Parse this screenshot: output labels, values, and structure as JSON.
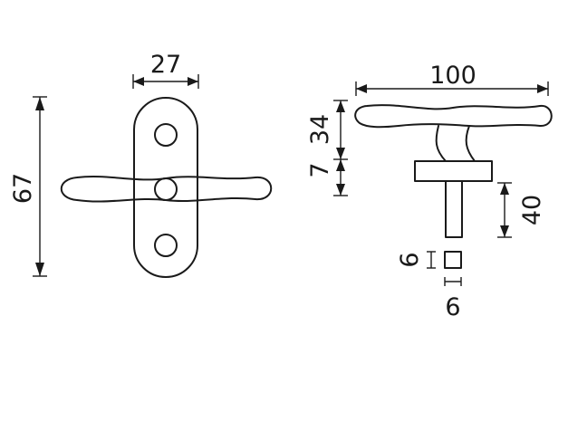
{
  "front_view": {
    "dim_width": "27",
    "dim_height": "67"
  },
  "side_view": {
    "dim_length": "100",
    "dim_top": "34",
    "dim_base": "7",
    "dim_spindle": "40",
    "dim_square_vertical": "6",
    "dim_square_horizontal": "6"
  },
  "colors": {
    "line": "#1a1a1a",
    "background": "#ffffff"
  }
}
